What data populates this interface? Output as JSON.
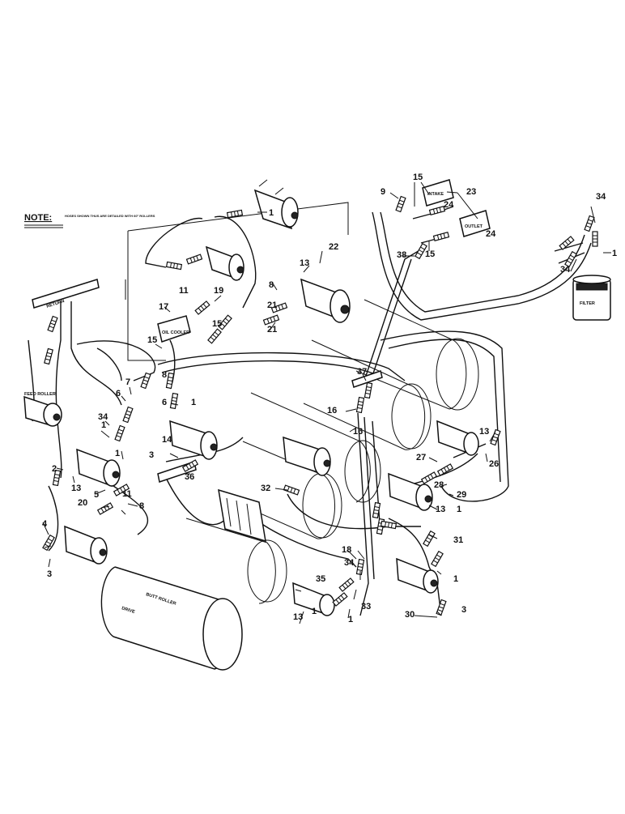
{
  "note": {
    "label": "NOTE:",
    "text": "HOSES SHOWN THUS ARE DETAILED WITH 60° ROLLERS"
  },
  "component_labels": {
    "butt_roller": "BUTT ROLLER",
    "oil_cooler": "OIL COOLER",
    "return": "RETURN",
    "feed_roller": "FEED ROLLER",
    "intake": "INTAKE",
    "outlet": "OUTLET",
    "filter": "FILTER"
  },
  "part_numbers": [
    {
      "id": "p1a",
      "text": "1"
    },
    {
      "id": "p1b",
      "text": "1"
    },
    {
      "id": "p1c",
      "text": "1"
    },
    {
      "id": "p1d",
      "text": "1"
    },
    {
      "id": "p1e",
      "text": "1"
    },
    {
      "id": "p1f",
      "text": "1"
    },
    {
      "id": "p1g",
      "text": "1"
    },
    {
      "id": "p1h",
      "text": "1"
    },
    {
      "id": "p1i",
      "text": "1"
    },
    {
      "id": "p2",
      "text": "2"
    },
    {
      "id": "p3a",
      "text": "3"
    },
    {
      "id": "p3b",
      "text": "3"
    },
    {
      "id": "p3c",
      "text": "3"
    },
    {
      "id": "p4",
      "text": "4"
    },
    {
      "id": "p5",
      "text": "5"
    },
    {
      "id": "p6a",
      "text": "6"
    },
    {
      "id": "p6b",
      "text": "6"
    },
    {
      "id": "p7",
      "text": "7"
    },
    {
      "id": "p8a",
      "text": "8"
    },
    {
      "id": "p8b",
      "text": "8"
    },
    {
      "id": "p8c",
      "text": "8"
    },
    {
      "id": "p9",
      "text": "9"
    },
    {
      "id": "p11a",
      "text": "11"
    },
    {
      "id": "p11b",
      "text": "11"
    },
    {
      "id": "p13a",
      "text": "13"
    },
    {
      "id": "p13b",
      "text": "13"
    },
    {
      "id": "p13c",
      "text": "13"
    },
    {
      "id": "p13d",
      "text": "13"
    },
    {
      "id": "p13e",
      "text": "13"
    },
    {
      "id": "p14",
      "text": "14"
    },
    {
      "id": "p15a",
      "text": "15"
    },
    {
      "id": "p15b",
      "text": "15"
    },
    {
      "id": "p15c",
      "text": "15"
    },
    {
      "id": "p15d",
      "text": "15"
    },
    {
      "id": "p16a",
      "text": "16"
    },
    {
      "id": "p16b",
      "text": "16"
    },
    {
      "id": "p17",
      "text": "17"
    },
    {
      "id": "p18",
      "text": "18"
    },
    {
      "id": "p19",
      "text": "19"
    },
    {
      "id": "p20",
      "text": "20"
    },
    {
      "id": "p21a",
      "text": "21"
    },
    {
      "id": "p21b",
      "text": "21"
    },
    {
      "id": "p22",
      "text": "22"
    },
    {
      "id": "p23",
      "text": "23"
    },
    {
      "id": "p24a",
      "text": "24"
    },
    {
      "id": "p24b",
      "text": "24"
    },
    {
      "id": "p26",
      "text": "26"
    },
    {
      "id": "p27",
      "text": "27"
    },
    {
      "id": "p28",
      "text": "28"
    },
    {
      "id": "p29",
      "text": "29"
    },
    {
      "id": "p30",
      "text": "30"
    },
    {
      "id": "p31",
      "text": "31"
    },
    {
      "id": "p32",
      "text": "32"
    },
    {
      "id": "p33",
      "text": "33"
    },
    {
      "id": "p34a",
      "text": "34"
    },
    {
      "id": "p34b",
      "text": "34"
    },
    {
      "id": "p34c",
      "text": "34"
    },
    {
      "id": "p34d",
      "text": "34"
    },
    {
      "id": "p35",
      "text": "35"
    },
    {
      "id": "p36",
      "text": "36"
    },
    {
      "id": "p37",
      "text": "37"
    },
    {
      "id": "p38",
      "text": "38"
    }
  ]
}
